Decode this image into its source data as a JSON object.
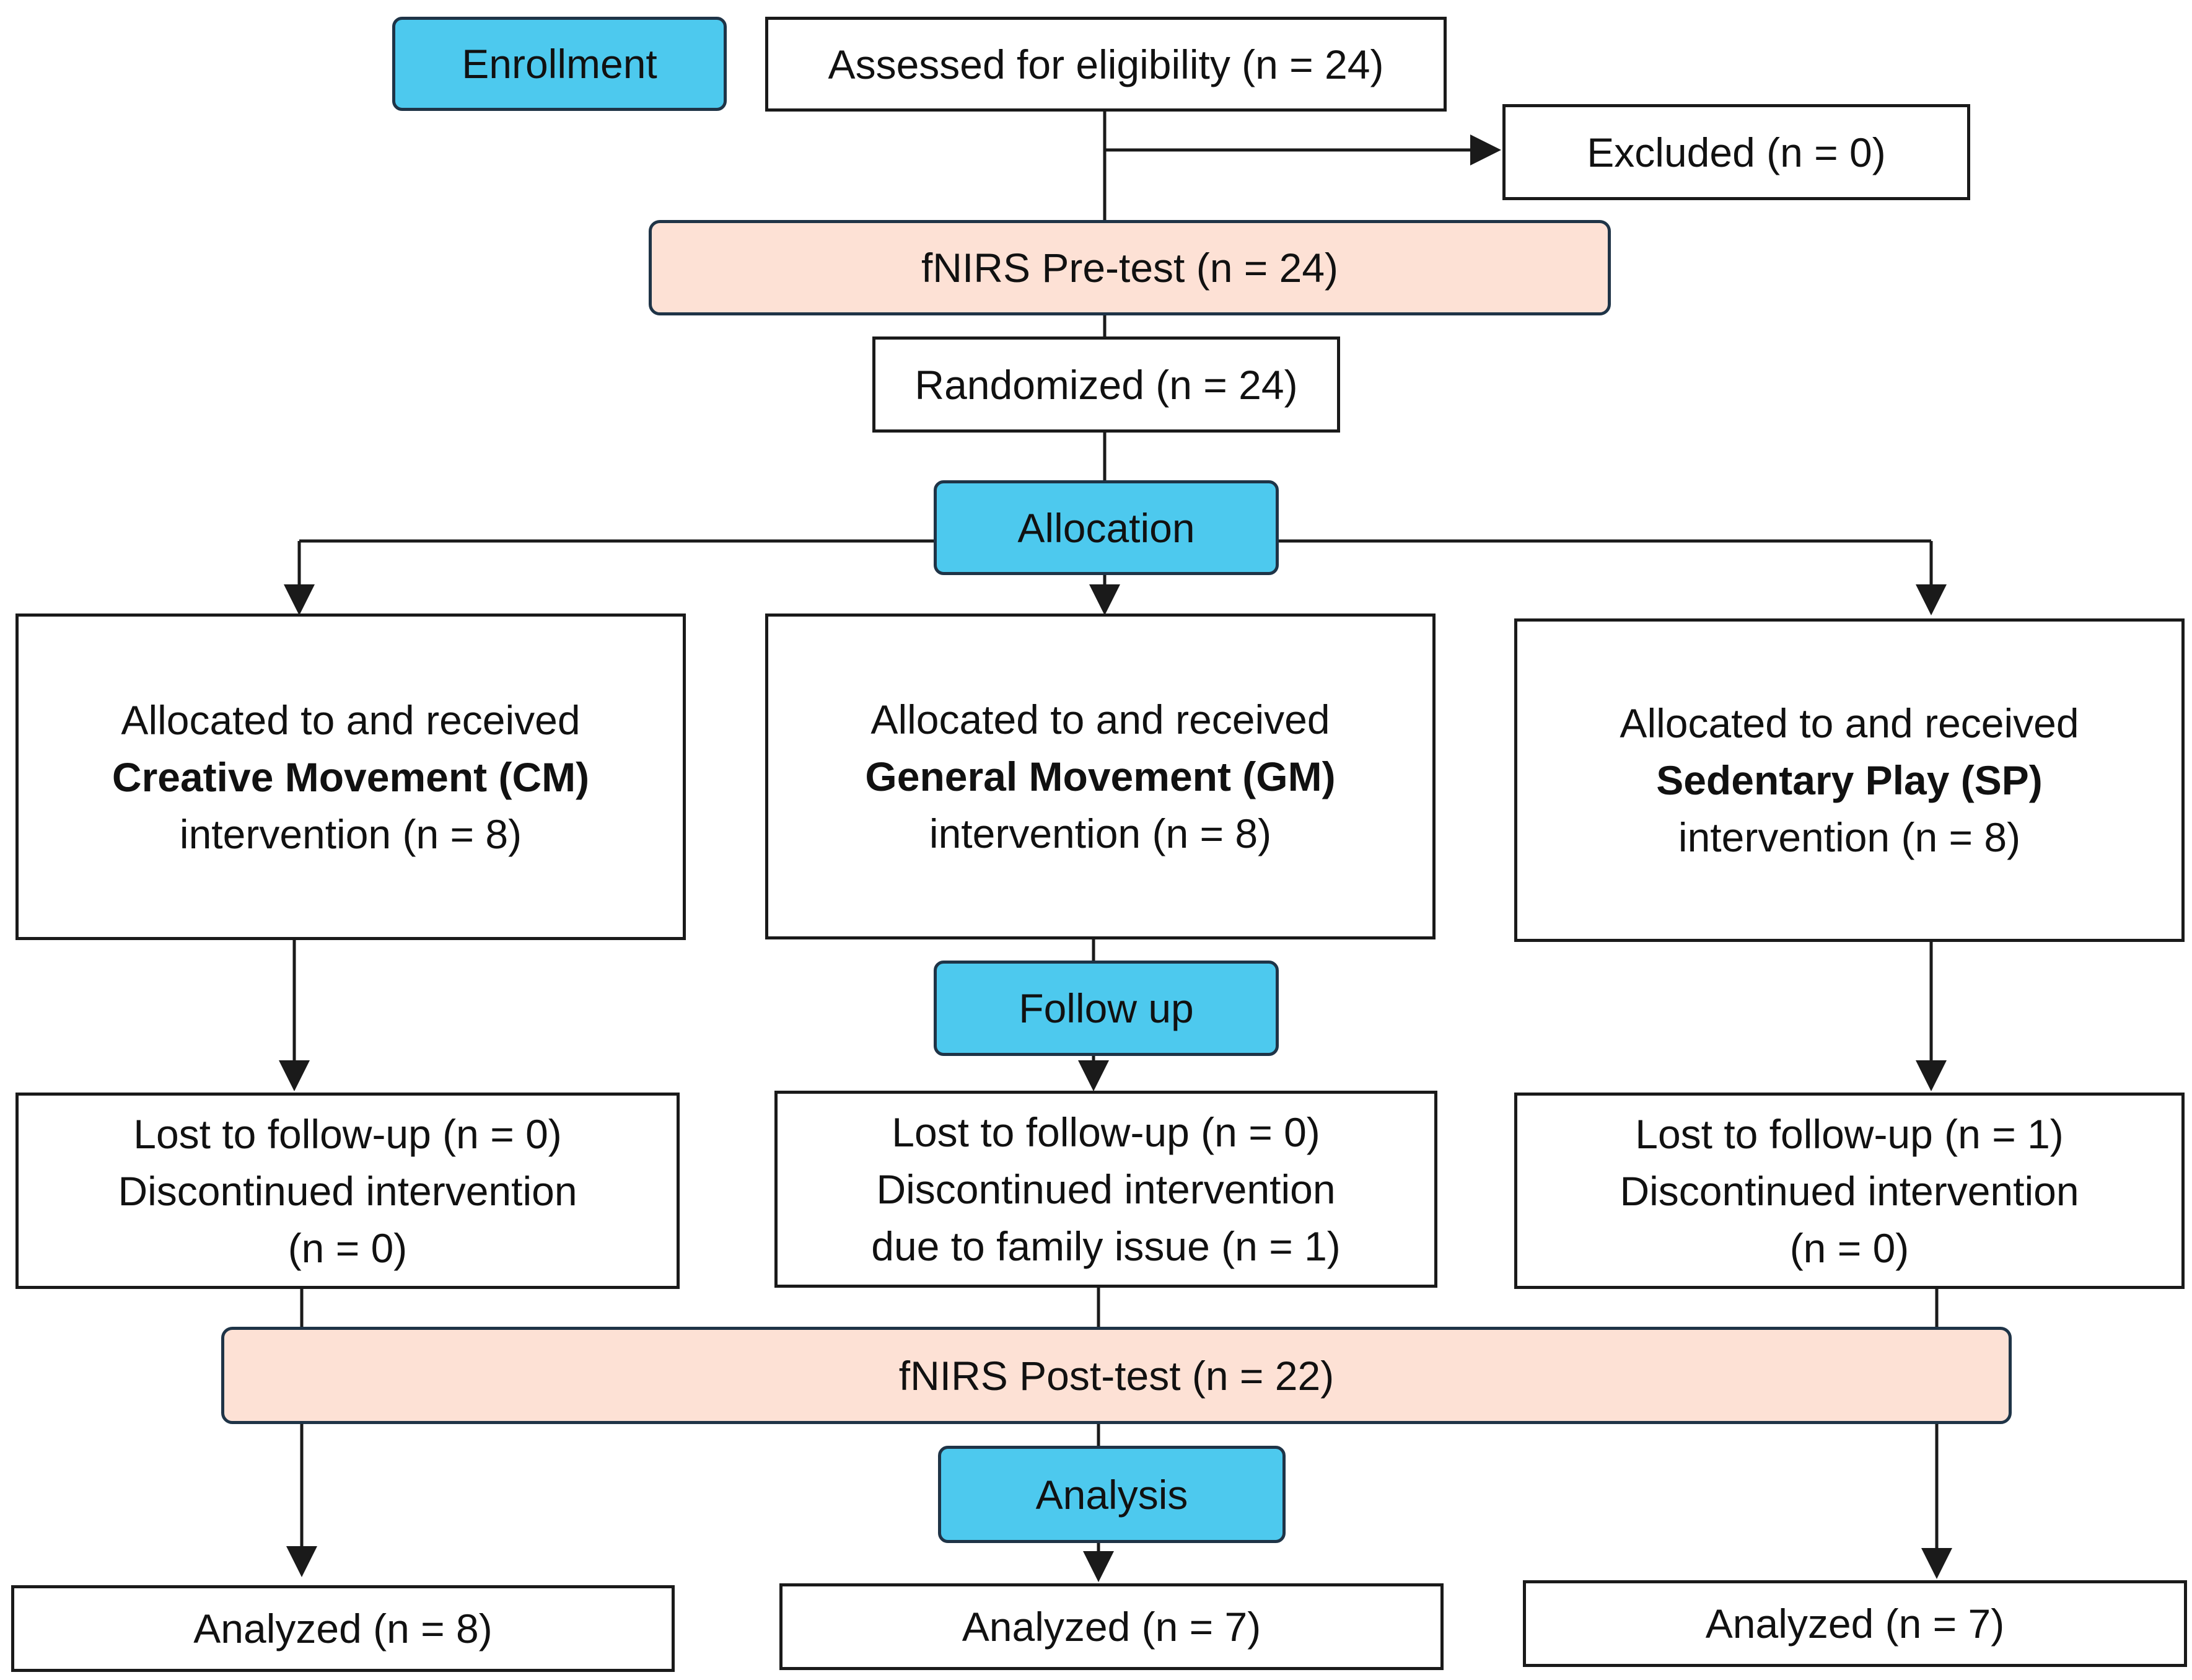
{
  "stages": {
    "enrollment": "Enrollment",
    "allocation": "Allocation",
    "follow_up": "Follow up",
    "analysis": "Analysis"
  },
  "colors": {
    "stage_fill": "#4dc9ee",
    "test_fill": "#fde1d5",
    "line": "#1a1a1a"
  },
  "enrollment": {
    "assessed": "Assessed for eligibility (n = 24)",
    "excluded": "Excluded (n = 0)",
    "pretest": "fNIRS Pre-test (n = 24)",
    "randomized": "Randomized (n = 24)"
  },
  "allocation": {
    "cm": {
      "line1": "Allocated to and received",
      "line2": "Creative Movement (CM)",
      "line3": "intervention (n = 8)"
    },
    "gm": {
      "line1": "Allocated to and received",
      "line2": "General Movement (GM)",
      "line3": "intervention (n = 8)"
    },
    "sp": {
      "line1": "Allocated to and received",
      "line2": "Sedentary Play (SP)",
      "line3": "intervention (n = 8)"
    }
  },
  "follow_up": {
    "cm": {
      "line1": "Lost to follow-up (n = 0)",
      "line2": "Discontinued intervention",
      "line3": "(n = 0)"
    },
    "gm": {
      "line1": "Lost to follow-up (n = 0)",
      "line2": "Discontinued intervention",
      "line3": "due to family issue (n = 1)"
    },
    "sp": {
      "line1": "Lost to follow-up (n = 1)",
      "line2": "Discontinued intervention",
      "line3": "(n = 0)"
    }
  },
  "posttest": "fNIRS Post-test (n = 22)",
  "analysis": {
    "cm": "Analyzed (n = 8)",
    "gm": "Analyzed (n = 7)",
    "sp": "Analyzed (n = 7)"
  }
}
